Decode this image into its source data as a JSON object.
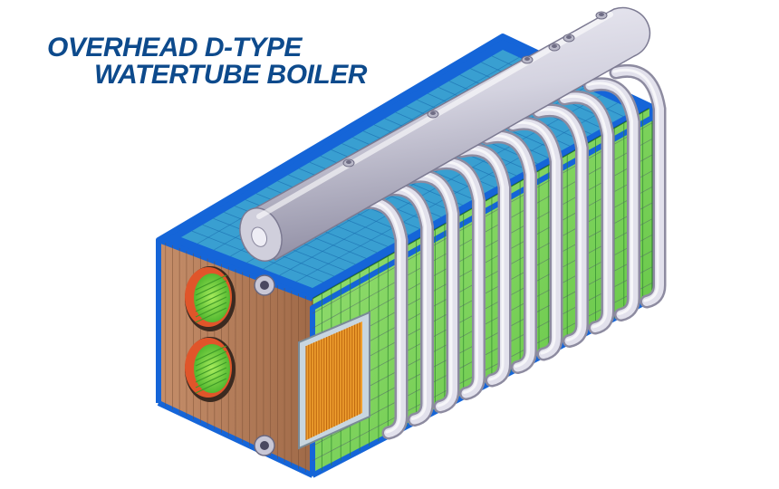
{
  "title": {
    "line1": "OVERHEAD D-TYPE",
    "line2": "WATERTUBE BOILER"
  },
  "colors": {
    "title": "#0d4a8c",
    "casing_blue": "#1565d8",
    "casing_blue_light": "#5aa0f0",
    "tube_green": "#6fd84a",
    "tube_green_dark": "#3aa82c",
    "front_plate": "#b57d5a",
    "front_plate_dark": "#8a5a3c",
    "burner_rim": "#e0552a",
    "burner_core": "#8ee04a",
    "superheater": "#f0a030",
    "drum_light": "#dcdbe6",
    "drum_dark": "#9f9db0",
    "pipe": "#c8c7d6",
    "grid_line": "#6a6f80"
  },
  "components": {
    "drum": "steam-drum",
    "downcomers": "riser-pipes",
    "burners": [
      "burner-port-upper",
      "burner-port-lower"
    ],
    "superheater": "superheater-panel",
    "casing": "boiler-casing"
  }
}
